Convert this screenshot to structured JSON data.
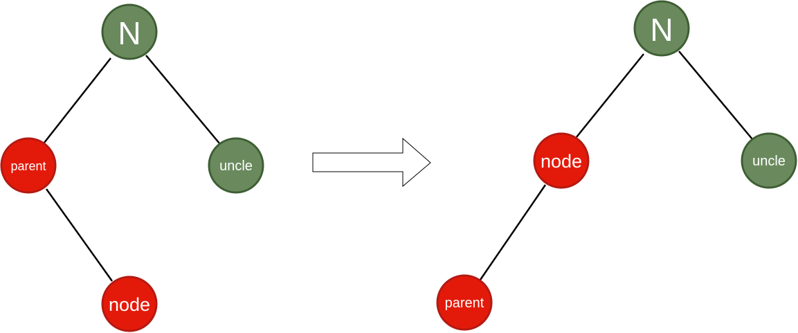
{
  "colors": {
    "red_fill": "#e31a0a",
    "red_stroke": "#b31a12",
    "green_fill": "#6a8a5e",
    "green_stroke": "#3e5e34",
    "edge": "#000000",
    "label": "#ffffff"
  },
  "before": {
    "root_label": "N",
    "parent_label": "parent",
    "uncle_label": "uncle",
    "node_label": "node"
  },
  "transition_icon": "right-arrow-icon",
  "after": {
    "root_label": "N",
    "node_label": "node",
    "uncle_label": "uncle",
    "parent_label": "parent"
  }
}
